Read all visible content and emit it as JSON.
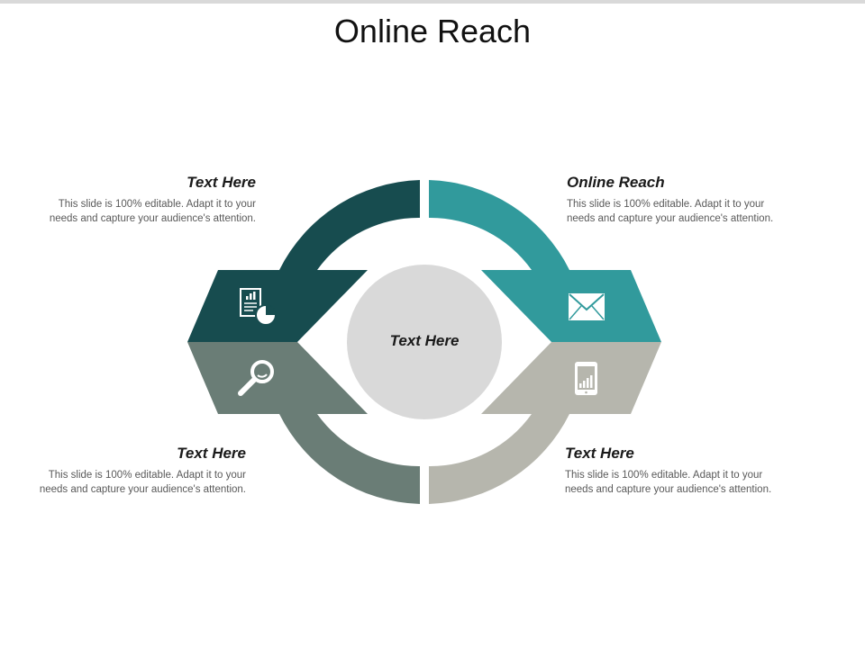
{
  "title": "Online Reach",
  "center": {
    "label": "Text Here"
  },
  "segments": [
    {
      "id": "top-left",
      "heading": "Text Here",
      "body": "This slide is 100% editable. Adapt it to your needs and capture your audience's attention.",
      "icon": "report-chart-icon",
      "color": "#174c4f"
    },
    {
      "id": "top-right",
      "heading": "Online Reach",
      "body": "This slide is 100% editable. Adapt it to your needs and capture your audience's attention.",
      "icon": "envelope-icon",
      "color": "#319a9c"
    },
    {
      "id": "bottom-left",
      "heading": "Text Here",
      "body": "This slide is 100% editable. Adapt it to your needs and capture your audience's attention.",
      "icon": "magnifier-icon",
      "color": "#6a7d76"
    },
    {
      "id": "bottom-right",
      "heading": "Text Here",
      "body": "This slide is 100% editable. Adapt it to your needs and capture your audience's attention.",
      "icon": "mobile-chart-icon",
      "color": "#b6b6ad"
    }
  ],
  "colors": {
    "center_circle": "#d9d9d9",
    "top_bar": "#d9d9d9"
  }
}
